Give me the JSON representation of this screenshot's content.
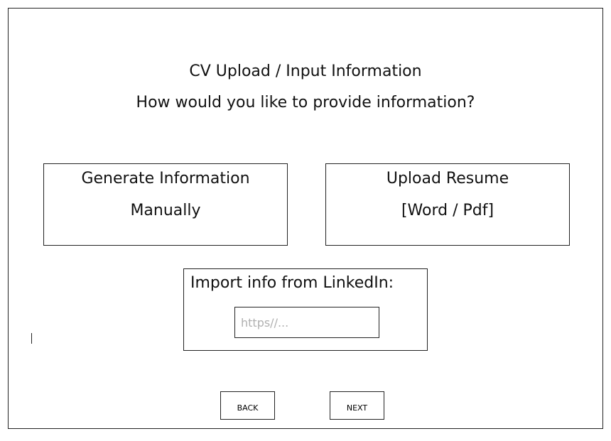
{
  "header": {
    "title": "CV Upload / Input Information",
    "subtitle": "How would you like to provide information?"
  },
  "options": {
    "manual": {
      "line1": "Generate Information",
      "line2": "Manually"
    },
    "upload": {
      "line1": "Upload Resume",
      "line2": "[Word / Pdf]"
    }
  },
  "linkedin": {
    "label": "Import info from LinkedIn:",
    "placeholder": "https//...",
    "value": ""
  },
  "navigation": {
    "back_label": "BACK",
    "next_label": "NEXT"
  }
}
